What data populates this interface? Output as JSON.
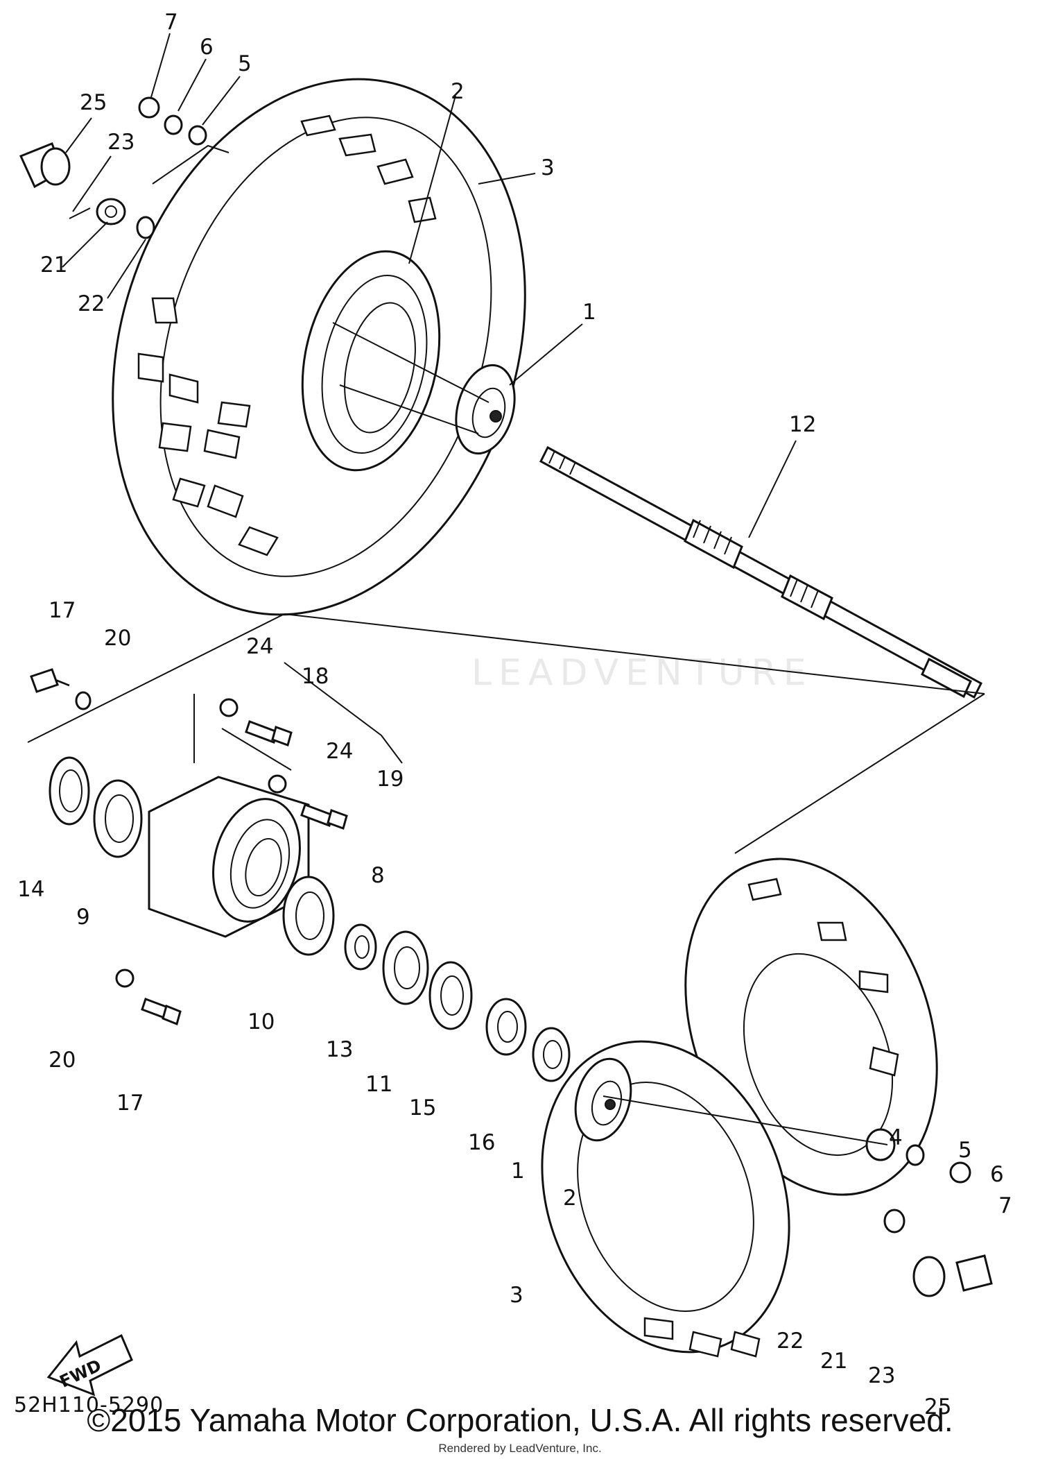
{
  "diagram": {
    "code": "52H110-5290",
    "fwd_label": "FWD",
    "callouts": [
      "1",
      "2",
      "3",
      "4",
      "5",
      "6",
      "7",
      "8",
      "9",
      "10",
      "11",
      "12",
      "13",
      "14",
      "15",
      "16",
      "17",
      "18",
      "19",
      "20",
      "21",
      "22",
      "23",
      "24",
      "25"
    ]
  },
  "footer": {
    "copyright": "©2015 Yamaha Motor Corporation, U.S.A. All rights reserved.",
    "rendered_by": "Rendered by LeadVenture, Inc."
  },
  "watermark": {
    "text": "LEADVENTURE"
  }
}
